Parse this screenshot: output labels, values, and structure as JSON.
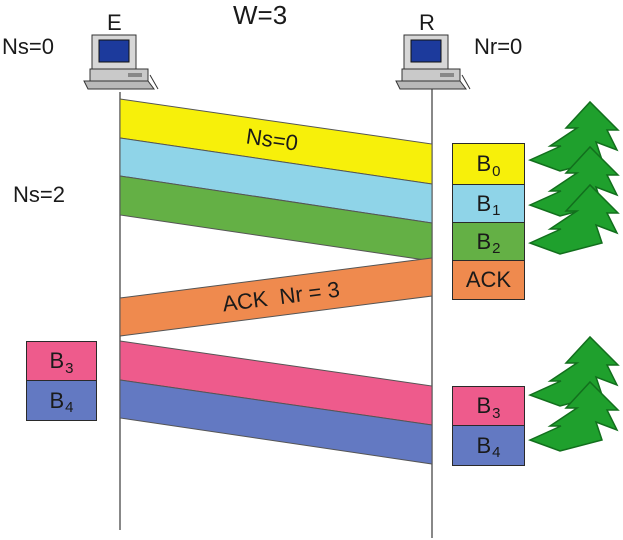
{
  "title": "W=3",
  "sender": {
    "letter": "E",
    "state_initial": "Ns=0",
    "state_later": "Ns=2"
  },
  "receiver": {
    "letter": "R",
    "state_initial": "Nr=0"
  },
  "frame_label_first": "Ns=0",
  "ack_label": "ACK  Nr = 3",
  "frames": [
    {
      "name": "B0",
      "base": "B",
      "sub": "0",
      "color": "#f7f00a"
    },
    {
      "name": "B1",
      "base": "B",
      "sub": "1",
      "color": "#8fd4e8"
    },
    {
      "name": "B2",
      "base": "B",
      "sub": "2",
      "color": "#64b045"
    },
    {
      "name": "ACK",
      "base": "ACK",
      "sub": "",
      "color": "#ef8a4e"
    },
    {
      "name": "B3",
      "base": "B",
      "sub": "3",
      "color": "#ee5b8c"
    },
    {
      "name": "B4",
      "base": "B",
      "sub": "4",
      "color": "#6379c2"
    }
  ],
  "colors": {
    "arrow_green": "#1fa02d",
    "arrow_dark": "#126f1d"
  },
  "icons": [
    "computer-icon",
    "upward-arrow-icon"
  ]
}
